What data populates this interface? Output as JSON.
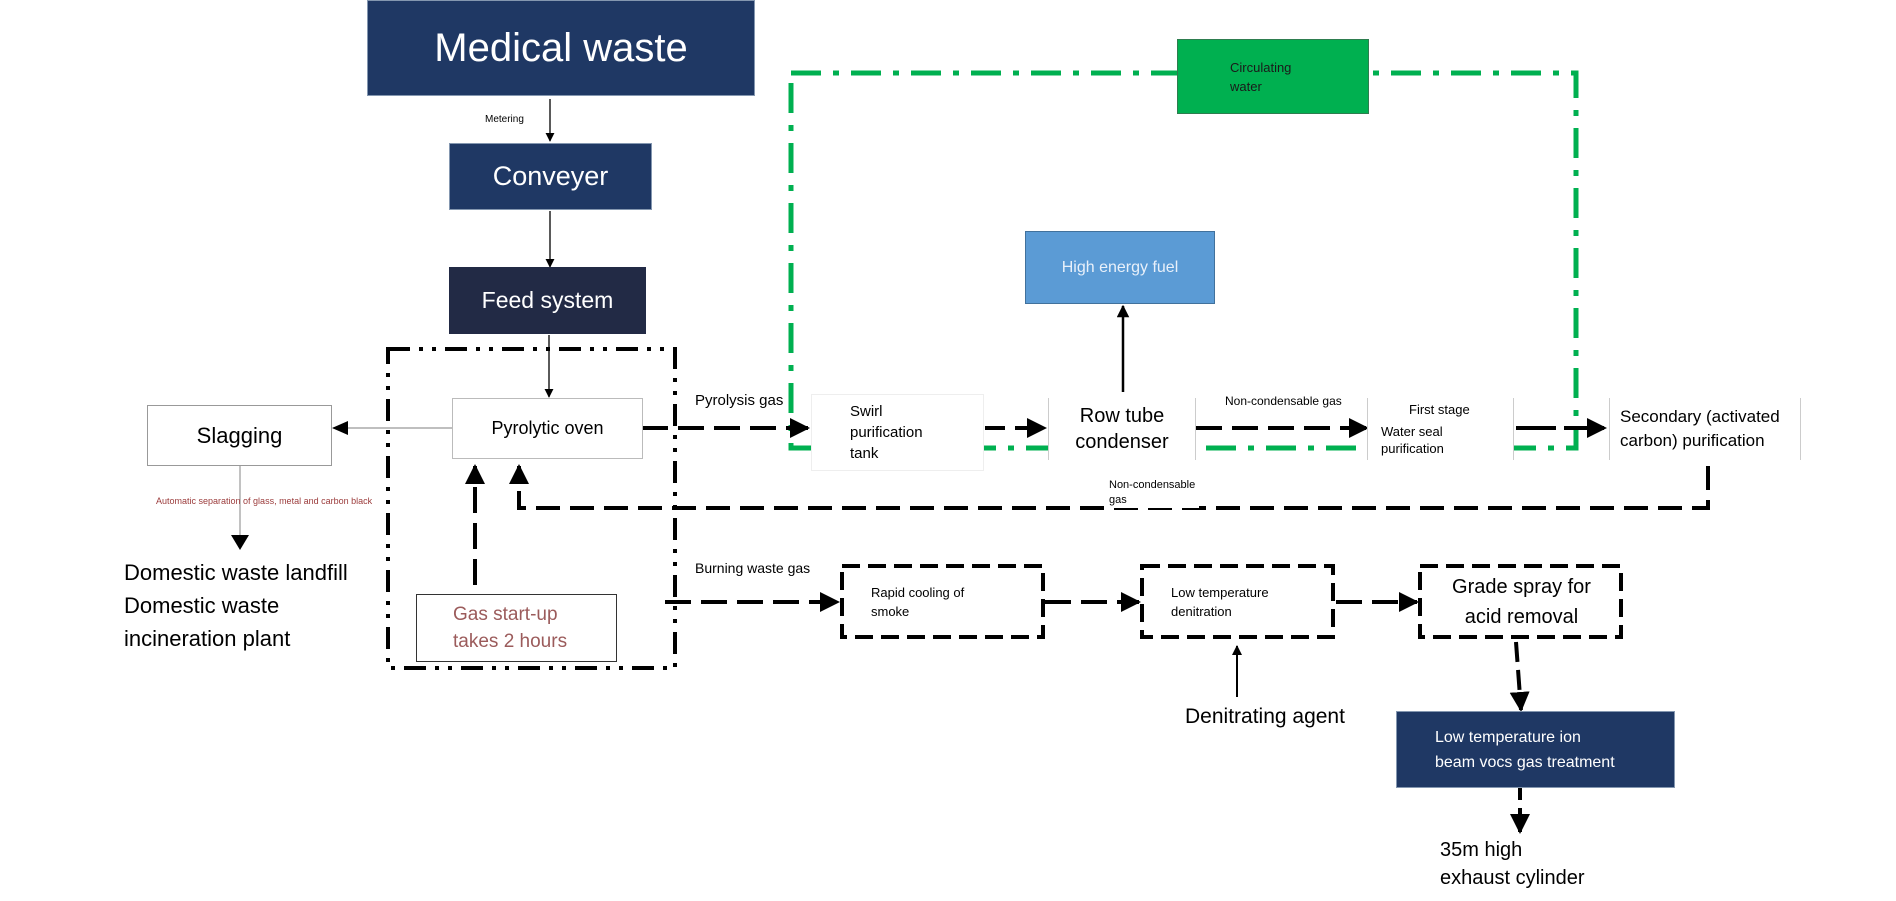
{
  "nodes": {
    "medical_waste": "Medical waste",
    "conveyer": "Conveyer",
    "feed_system": "Feed system",
    "pyrolytic_oven": "Pyrolytic oven",
    "slagging": "Slagging",
    "gas_startup": "Gas start-up\ntakes 2 hours",
    "swirl_tank": "Swirl\npurification\ntank",
    "row_tube_condenser": "Row tube\ncondenser",
    "high_energy_fuel": "High energy fuel",
    "circulating_water": "Circulating\nwater",
    "first_stage_title": "First stage",
    "first_stage_body": "Water seal\npurification",
    "secondary_purification": "Secondary (activated\ncarbon) purification",
    "rapid_cooling": "Rapid cooling of\nsmoke",
    "low_temp_denitration": "Low temperature\ndenitration",
    "grade_spray": "Grade spray for\nacid removal",
    "ion_beam": "Low temperature ion\nbeam vocs gas treatment",
    "exhaust_cylinder": "35m high\nexhaust cylinder",
    "denitrating_agent": "Denitrating agent",
    "domestic_waste": "Domestic waste landfill\nDomestic waste\nincineration plant"
  },
  "edge_labels": {
    "metering": "Metering",
    "pyrolysis_gas": "Pyrolysis gas",
    "non_condensable_gas_top": "Non-condensable gas",
    "non_condensable_gas_loop": "Non-condensable\ngas",
    "burning_waste_gas": "Burning waste gas",
    "automatic_separation": "Automatic separation of glass, metal and carbon black"
  },
  "colors": {
    "dark_navy": "#1f3864",
    "darker_navy": "#222a45",
    "green": "#00b050",
    "light_blue": "#5b9bd5",
    "brown_text": "#9b5b5b"
  }
}
